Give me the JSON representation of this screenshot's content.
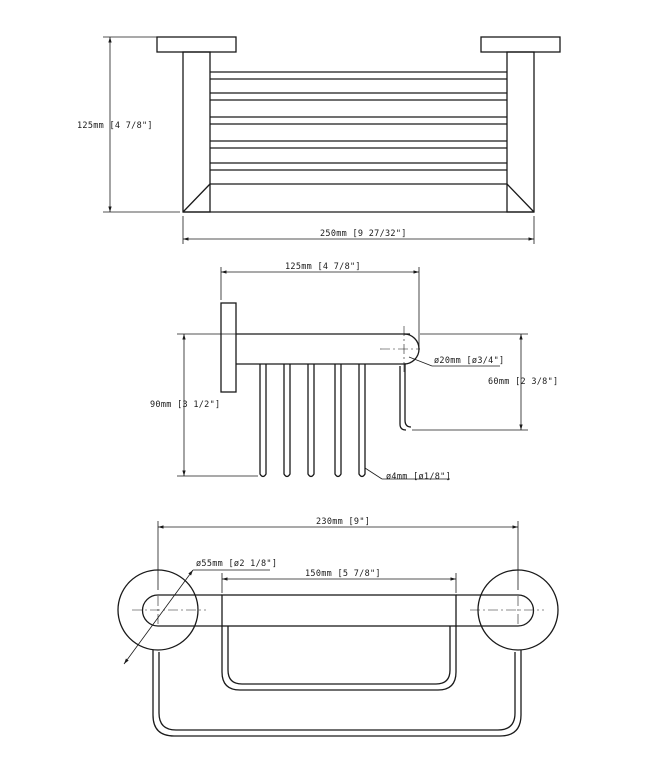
{
  "front_view": {
    "height_label": "125mm [4 7/8\"]",
    "width_label": "250mm [9 27/32\"]"
  },
  "side_view": {
    "depth_label": "125mm [4 7/8\"]",
    "tube_dia_label": "ø20mm [ø3/4\"]",
    "rod_height_label": "60mm [2 3/8\"]",
    "overall_height_label": "90mm [3 1/2\"]",
    "wire_dia_label": "ø4mm [ø1/8\"]"
  },
  "top_view": {
    "overall_width_label": "230mm [9\"]",
    "flange_dia_label": "ø55mm [ø2 1/8\"]",
    "inner_width_label": "150mm [5 7/8\"]"
  }
}
